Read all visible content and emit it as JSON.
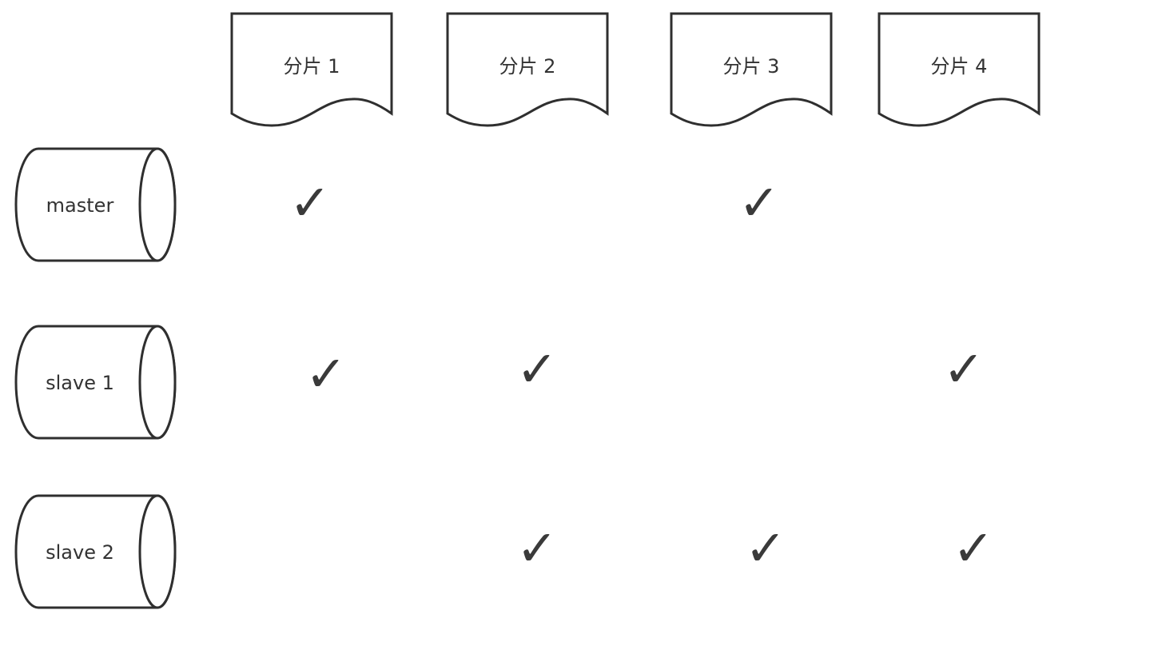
{
  "shards": [
    {
      "id": "s1",
      "label": "分片 1"
    },
    {
      "id": "s2",
      "label": "分片 2"
    },
    {
      "id": "s3",
      "label": "分片 3"
    },
    {
      "id": "s4",
      "label": "分片 4"
    }
  ],
  "nodes": [
    {
      "id": "master",
      "label": "master"
    },
    {
      "id": "slave1",
      "label": "slave 1"
    },
    {
      "id": "slave2",
      "label": "slave 2"
    }
  ],
  "check_symbol": "✓",
  "placement": [
    {
      "node": "master",
      "shard": "s1"
    },
    {
      "node": "master",
      "shard": "s3"
    },
    {
      "node": "slave1",
      "shard": "s1"
    },
    {
      "node": "slave1",
      "shard": "s2"
    },
    {
      "node": "slave1",
      "shard": "s4"
    },
    {
      "node": "slave2",
      "shard": "s2"
    },
    {
      "node": "slave2",
      "shard": "s3"
    },
    {
      "node": "slave2",
      "shard": "s4"
    }
  ],
  "colors": {
    "stroke": "#2f2f2f",
    "text": "#333333",
    "check": "#3a3a3a",
    "background": "#ffffff"
  }
}
